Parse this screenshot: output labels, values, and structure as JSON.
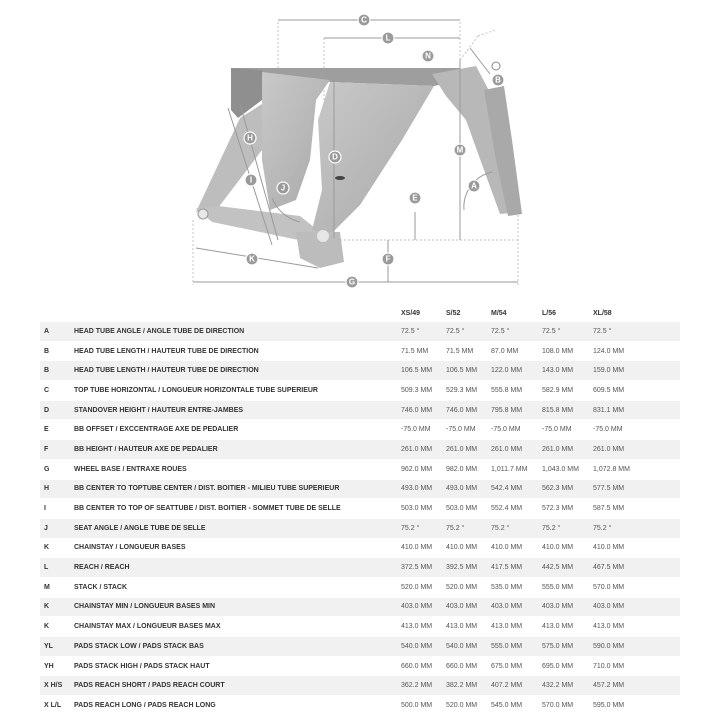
{
  "diagram": {
    "labels": [
      "C",
      "L",
      "N",
      "B",
      "H",
      "D",
      "M",
      "I",
      "J",
      "A",
      "E",
      "F",
      "K",
      "G"
    ]
  },
  "table": {
    "sizes": [
      "XS/49",
      "S/52",
      "M/54",
      "L/56",
      "XL/58"
    ],
    "rows": [
      {
        "code": "A",
        "name": "HEAD TUBE ANGLE / ANGLE TUBE DE DIRECTION",
        "values": [
          "72.5 °",
          "72.5 °",
          "72.5 °",
          "72.5 °",
          "72.5 °"
        ]
      },
      {
        "code": "B",
        "name": "HEAD TUBE LENGTH / HAUTEUR TUBE DE DIRECTION",
        "values": [
          "71.5 MM",
          "71.5 MM",
          "87.0 MM",
          "108.0 MM",
          "124.0 MM"
        ]
      },
      {
        "code": "B",
        "name": "HEAD TUBE LENGTH / HAUTEUR TUBE DE DIRECTION",
        "values": [
          "106.5 MM",
          "106.5 MM",
          "122.0 MM",
          "143.0 MM",
          "159.0 MM"
        ]
      },
      {
        "code": "C",
        "name": "TOP TUBE HORIZONTAL / LONGUEUR HORIZONTALE TUBE SUPÉRIEUR",
        "values": [
          "509.3 MM",
          "529.3 MM",
          "555.8 MM",
          "582.9 MM",
          "609.5 MM"
        ]
      },
      {
        "code": "D",
        "name": "STANDOVER HEIGHT / HAUTEUR ENTRE-JAMBES",
        "values": [
          "746.0 MM",
          "746.0 MM",
          "795.8 MM",
          "815.8 MM",
          "831.1 MM"
        ]
      },
      {
        "code": "E",
        "name": "BB OFFSET / EXCCENTRAGE AXE DE PÉDALIER",
        "values": [
          "-75.0 MM",
          "-75.0 MM",
          "-75.0 MM",
          "-75.0 MM",
          "-75.0 MM"
        ]
      },
      {
        "code": "F",
        "name": "BB HEIGHT / HAUTEUR AXE DE PÉDALIER",
        "values": [
          "261.0 MM",
          "261.0 MM",
          "261.0 MM",
          "261.0 MM",
          "261.0 MM"
        ]
      },
      {
        "code": "G",
        "name": "WHEEL BASE / ENTRAXE ROUES",
        "values": [
          "962.0 MM",
          "982.0 MM",
          "1,011.7 MM",
          "1,043.0 MM",
          "1,072.8 MM"
        ]
      },
      {
        "code": "H",
        "name": "BB CENTER TO TOPTUBE CENTER / DIST. BOITIER - MILIEU TUBE SUPÉRIEUR",
        "values": [
          "493.0 MM",
          "493.0 MM",
          "542.4 MM",
          "562.3 MM",
          "577.5 MM"
        ]
      },
      {
        "code": "I",
        "name": "BB CENTER TO TOP OF SEATTUBE / DIST. BOITIER - SOMMET TUBE DE SELLE",
        "values": [
          "503.0 MM",
          "503.0 MM",
          "552.4 MM",
          "572.3 MM",
          "587.5 MM"
        ]
      },
      {
        "code": "J",
        "name": "SEAT ANGLE / ANGLE TUBE DE SELLE",
        "values": [
          "75.2 °",
          "75.2 °",
          "75.2 °",
          "75.2 °",
          "75.2 °"
        ]
      },
      {
        "code": "K",
        "name": "CHAINSTAY / LONGUEUR BASES",
        "values": [
          "410.0 MM",
          "410.0 MM",
          "410.0 MM",
          "410.0 MM",
          "410.0 MM"
        ]
      },
      {
        "code": "L",
        "name": "REACH / REACH",
        "values": [
          "372.5 MM",
          "392.5 MM",
          "417.5 MM",
          "442.5 MM",
          "467.5 MM"
        ]
      },
      {
        "code": "M",
        "name": "STACK / STACK",
        "values": [
          "520.0 MM",
          "520.0 MM",
          "535.0 MM",
          "555.0 MM",
          "570.0 MM"
        ]
      },
      {
        "code": "K",
        "name": "CHAINSTAY MIN / LONGUEUR BASES MIN",
        "values": [
          "403.0 MM",
          "403.0 MM",
          "403.0 MM",
          "403.0 MM",
          "403.0 MM"
        ]
      },
      {
        "code": "K",
        "name": "CHAINSTAY MAX / LONGUEUR BASES MAX",
        "values": [
          "413.0 MM",
          "413.0 MM",
          "413.0 MM",
          "413.0 MM",
          "413.0 MM"
        ]
      },
      {
        "code": "YL",
        "name": "PADS STACK LOW / PADS STACK BAS",
        "values": [
          "540.0 MM",
          "540.0 MM",
          "555.0 MM",
          "575.0 MM",
          "590.0 MM"
        ]
      },
      {
        "code": "YH",
        "name": "PADS STACK HIGH / PADS STACK HAUT",
        "values": [
          "660.0 MM",
          "660.0 MM",
          "675.0 MM",
          "695.0 MM",
          "710.0 MM"
        ]
      },
      {
        "code": "X H/S",
        "name": "PADS REACH SHORT / PADS REACH COURT",
        "values": [
          "362.2 MM",
          "382.2 MM",
          "407.2 MM",
          "432.2 MM",
          "457.2 MM"
        ]
      },
      {
        "code": "X L/L",
        "name": "PADS REACH LONG / PADS REACH LONG",
        "values": [
          "500.0 MM",
          "520.0 MM",
          "545.0 MM",
          "570.0 MM",
          "595.0 MM"
        ]
      }
    ]
  }
}
